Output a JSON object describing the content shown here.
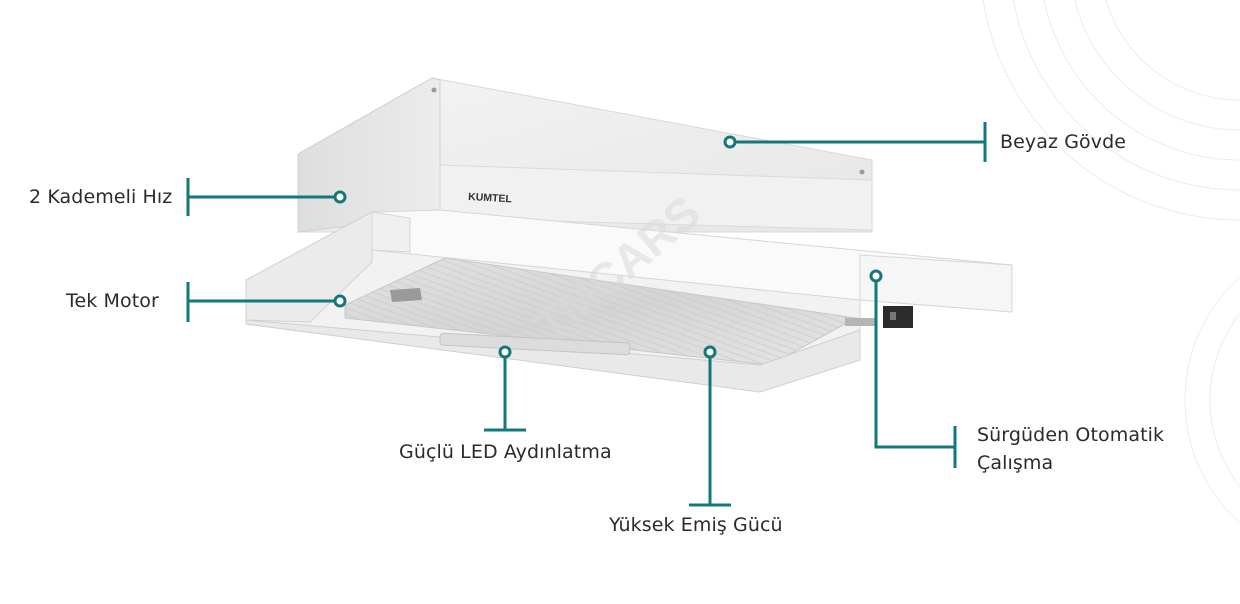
{
  "brand": "KUMTEL",
  "watermark": "TMCARS",
  "accent_color": "#13787a",
  "features": {
    "body": "Beyaz Gövde",
    "speed": "2 Kademeli Hız",
    "motor": "Tek Motor",
    "led": "Güçlü LED Aydınlatma",
    "suction": "Yüksek Emiş Gücü",
    "auto_line1": "Sürgüden Otomatik",
    "auto_line2": "Çalışma"
  }
}
